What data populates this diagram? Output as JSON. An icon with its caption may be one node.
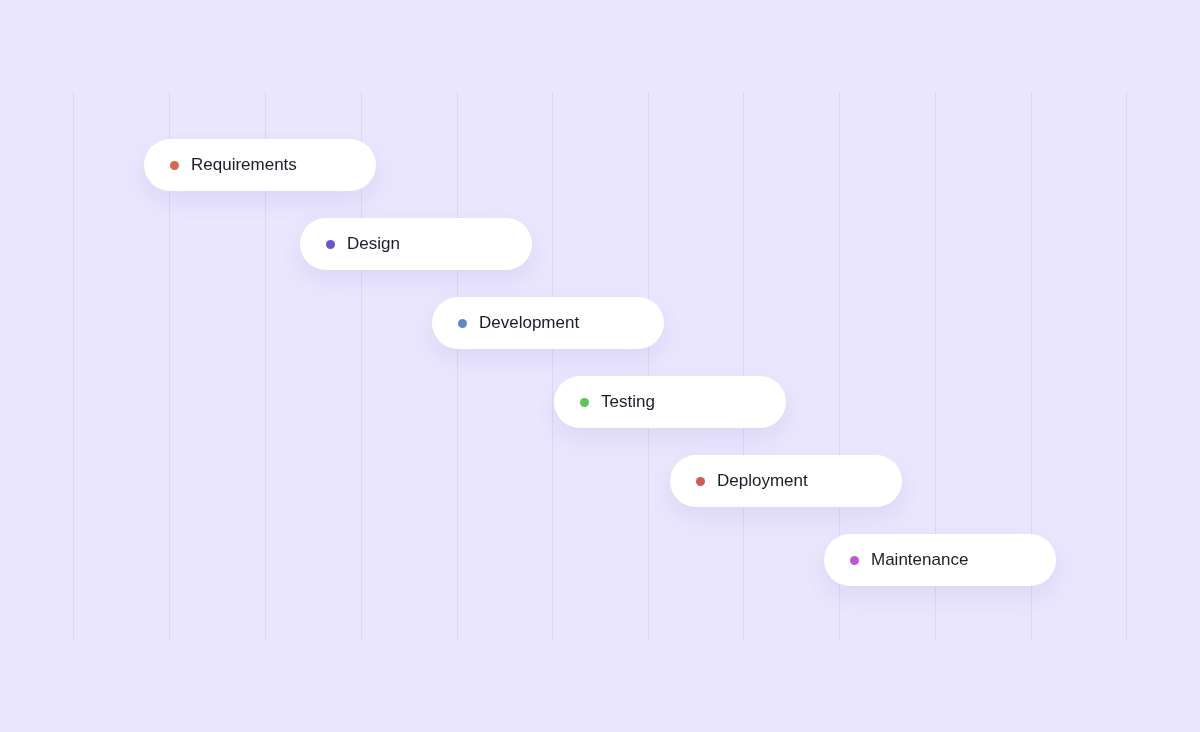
{
  "diagram": {
    "nodes": [
      {
        "text": [
          "Requirements"
        ]
      },
      {
        "text": [
          "Design"
        ]
      },
      {
        "text": [
          "Development"
        ]
      },
      {
        "text": [
          "Testing"
        ]
      },
      {
        "text": [
          "Deployment"
        ]
      },
      {
        "text": [
          "Maintenance"
        ]
      }
    ]
  }
}
